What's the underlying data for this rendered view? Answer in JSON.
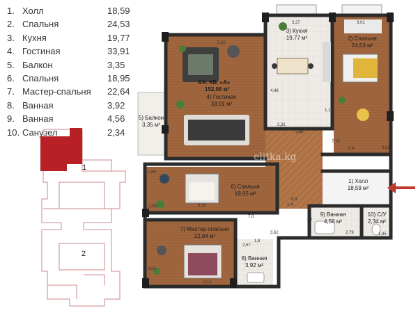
{
  "legend": [
    {
      "num": "1.",
      "name": "Холл",
      "area": "18,59"
    },
    {
      "num": "2.",
      "name": "Спальня",
      "area": "24,53"
    },
    {
      "num": "3.",
      "name": "Кухня",
      "area": "19,77"
    },
    {
      "num": "4.",
      "name": "Гостиная",
      "area": "33,91"
    },
    {
      "num": "5.",
      "name": "Балкон",
      "area": "3,35"
    },
    {
      "num": "6.",
      "name": "Спальня",
      "area": "18,95"
    },
    {
      "num": "7.",
      "name": "Мастер-спальня",
      "area": "22,64"
    },
    {
      "num": "8.",
      "name": "Ванная",
      "area": "3,92"
    },
    {
      "num": "9.",
      "name": "Ванная",
      "area": "4,56"
    },
    {
      "num": "10.",
      "name": "Санузел",
      "area": "2,34"
    }
  ],
  "apartment": {
    "title": "4-К. КВ. «А»",
    "total_area": "152,56 м²"
  },
  "rooms": {
    "hall": {
      "name": "1) Холл",
      "area": "18,59 м²"
    },
    "bedroom2": {
      "name": "2) Спальня",
      "area": "24,53 м²"
    },
    "kitchen": {
      "name": "3) Кухня",
      "area": "19,77 м²"
    },
    "living": {
      "name": "4) Гостиная",
      "area": "33,91 м²"
    },
    "balcony": {
      "name": "5) Балкон",
      "area": "3,35 м²"
    },
    "bedroom6": {
      "name": "6) Спальня",
      "area": "18,95 м²"
    },
    "master": {
      "name": "7) Мастер-спальня",
      "area": "22,64 м²"
    },
    "bath8": {
      "name": "8) Ванная",
      "area": "3,92 м²"
    },
    "bath9": {
      "name": "9) Ванная",
      "area": "4,56 м²"
    },
    "wc": {
      "name": "10) С/У",
      "area": "2,34 м²"
    }
  },
  "dimensions": [
    "3,27",
    "3,01",
    "5,25",
    "4,48",
    "2,31",
    "2,88",
    "1,16",
    "7,70",
    "3,53",
    "1,65",
    "6,50",
    "2,05",
    "1,4",
    "6,3",
    "1,7",
    "2,79",
    "1,45",
    "7,0",
    "3,62",
    "1,8",
    "2,57",
    "3,91",
    "4,13",
    "8,0",
    "6,4"
  ],
  "key_plan": {
    "sections": [
      "1",
      "2"
    ]
  },
  "watermark": "elitka.kg",
  "colors": {
    "wall": "#2b2b2b",
    "floor_wood": "#a0663e",
    "floor_tile": "#ece8e2",
    "highlight": "#b72025",
    "accent_arrow": "#c0392b"
  }
}
